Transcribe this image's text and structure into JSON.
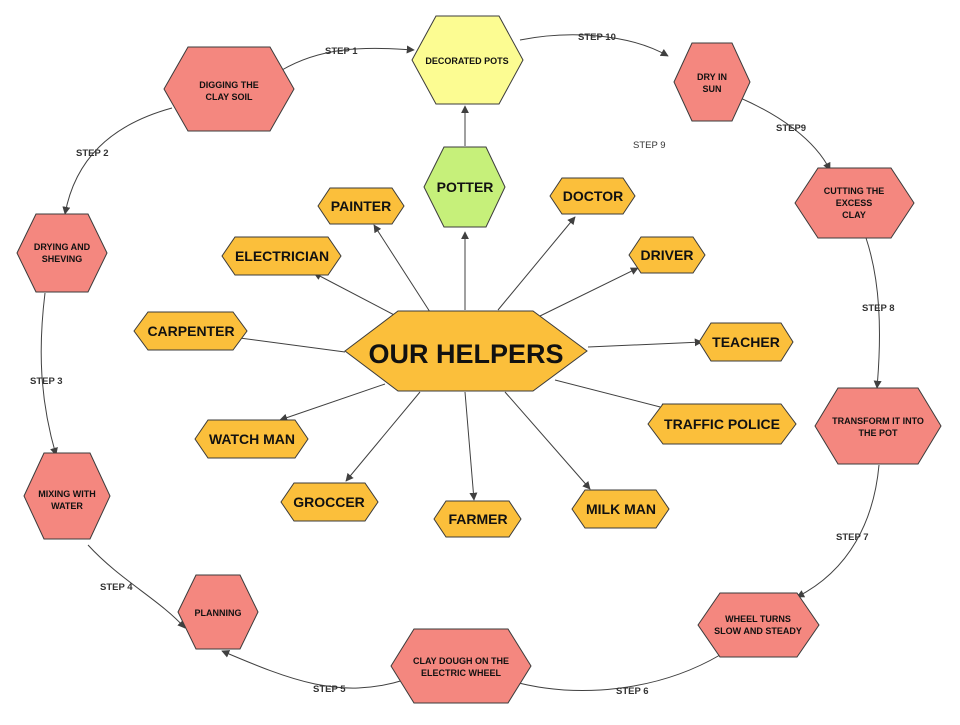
{
  "center": {
    "label": "OUR HELPERS"
  },
  "potter": {
    "label": "POTTER"
  },
  "helpers": {
    "painter": "PAINTER",
    "doctor": "DOCTOR",
    "electrician": "ELECTRICIAN",
    "driver": "DRIVER",
    "carpenter": "CARPENTER",
    "teacher": "TEACHER",
    "watchman": "WATCH MAN",
    "traffic": "TRAFFIC POLICE",
    "grocer": "GROCCER",
    "farmer": "FARMER",
    "milkman": "MILK MAN"
  },
  "process": {
    "decorated": [
      "DECORATED POTS"
    ],
    "digging": [
      "DIGGING THE",
      "CLAY SOIL"
    ],
    "drying": [
      "DRYING AND",
      "SHEVING"
    ],
    "mixing": [
      "MIXING WITH",
      "WATER"
    ],
    "planning": [
      "PLANNING"
    ],
    "claydough": [
      "CLAY DOUGH ON THE",
      "ELECTRIC WHEEL"
    ],
    "wheel": [
      "WHEEL TURNS",
      "SLOW AND STEADY"
    ],
    "transform": [
      "TRANSFORM IT INTO",
      "THE POT"
    ],
    "cutting": [
      "CUTTING THE",
      "EXCESS",
      "CLAY"
    ],
    "dry": [
      "DRY IN",
      "SUN"
    ]
  },
  "steps": {
    "s1": "STEP 1",
    "s2": "STEP 2",
    "s3": "STEP 3",
    "s4": "STEP 4",
    "s5": "STEP 5",
    "s6": "STEP 6",
    "s7": "STEP 7",
    "s8": "STEP 8",
    "s9": "STEP9",
    "s9b": "STEP 9",
    "s10": "STEP 10"
  },
  "colors": {
    "helper_fill": "#fbbf3b",
    "step_fill": "#f4877f",
    "potter_fill": "#c6f07a",
    "decorated_fill": "#fcfc92"
  }
}
